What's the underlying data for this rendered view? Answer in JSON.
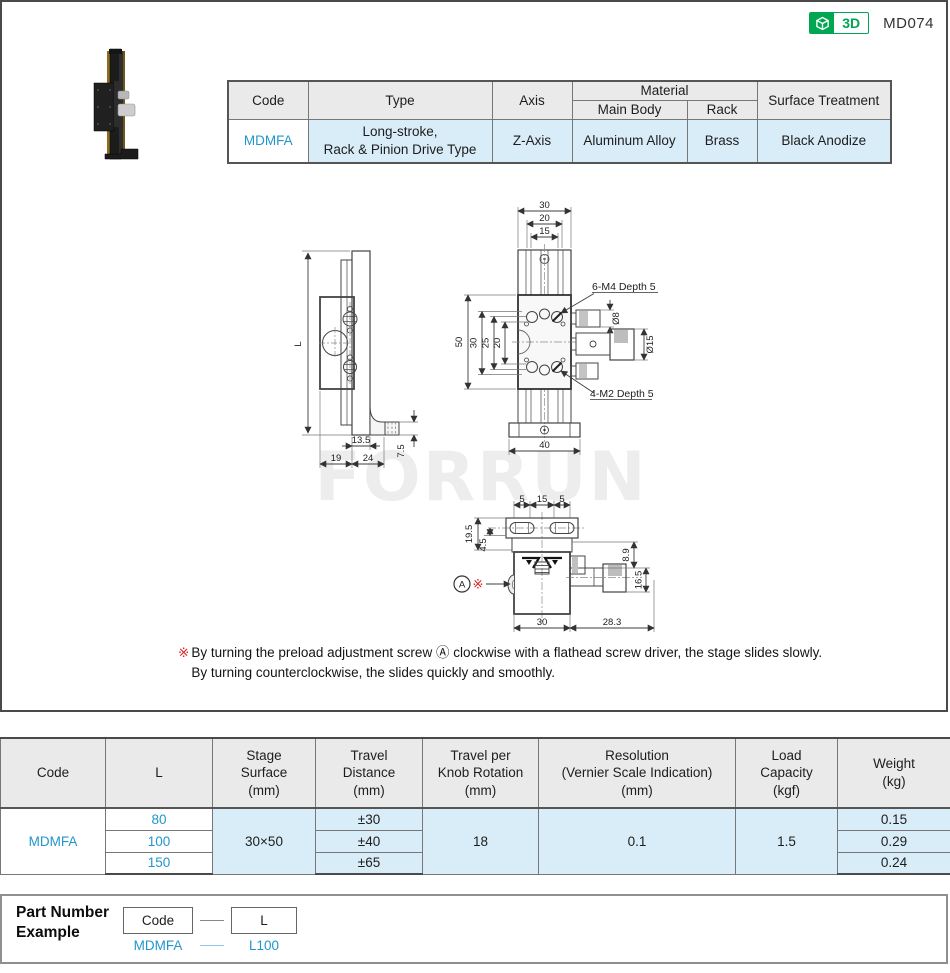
{
  "header": {
    "badge_3d_label": "3D",
    "doc_code": "MD074"
  },
  "top_table": {
    "h_code": "Code",
    "h_type": "Type",
    "h_axis": "Axis",
    "h_material": "Material",
    "h_main_body": "Main Body",
    "h_rack": "Rack",
    "h_surface": "Surface Treatment",
    "code": "MDMFA",
    "type": "Long-stroke,\nRack & Pinion Drive Type",
    "axis": "Z-Axis",
    "main_body": "Aluminum Alloy",
    "rack": "Brass",
    "surface": "Black Anodize"
  },
  "drawing": {
    "watermark": "FORRUN",
    "side": {
      "L": "L",
      "d135": "13.5",
      "d19": "19",
      "d24": "24",
      "d75": "7.5"
    },
    "front": {
      "d30t": "30",
      "d20t": "20",
      "d15t": "15",
      "d50": "50",
      "d30l": "30",
      "d25": "25",
      "d20l": "20",
      "d40": "40",
      "dia8": "Ø8",
      "dia15": "Ø15",
      "m4": "6-M4 Depth 5",
      "m2": "4-M2 Depth 5"
    },
    "top": {
      "d5l": "5",
      "d15": "15",
      "d5r": "5",
      "d195": "19.5",
      "d45": "4.5",
      "d89": "8.9",
      "d165": "16.5",
      "d30": "30",
      "d283": "28.3",
      "screw_label": "A",
      "ref_mark": "※"
    }
  },
  "note": {
    "marker": "※",
    "line1": "By turning the preload adjustment screw Ⓐ clockwise with a flathead screw driver, the stage slides slowly.",
    "line2": "By turning counterclockwise, the slides quickly and smoothly."
  },
  "spec_table": {
    "h_code": "Code",
    "h_l": "L",
    "h_stage_surface": "Stage\nSurface\n(mm)",
    "h_travel_distance": "Travel\nDistance\n(mm)",
    "h_travel_per_knob": "Travel per\nKnob Rotation\n(mm)",
    "h_resolution": "Resolution\n(Vernier Scale Indication)\n(mm)",
    "h_load_capacity": "Load\nCapacity\n(kgf)",
    "h_weight": "Weight\n(kg)",
    "code": "MDMFA",
    "stage_surface": "30×50",
    "travel_per_knob": "18",
    "resolution": "0.1",
    "load_capacity": "1.5",
    "rows": [
      {
        "l": "80",
        "travel": "±30",
        "weight": "0.15"
      },
      {
        "l": "100",
        "travel": "±40",
        "weight": "0.29"
      },
      {
        "l": "150",
        "travel": "±65",
        "weight": "0.24"
      }
    ]
  },
  "part_number": {
    "title": "Part Number\nExample",
    "box_code": "Code",
    "box_l": "L",
    "value_code": "MDMFA",
    "value_l": "L100"
  },
  "colors": {
    "accent_blue": "#2196cc",
    "highlight_blue": "#d9edf8",
    "header_gray": "#eaeaea",
    "badge_green": "#00a651",
    "ref_red": "#d9231f"
  }
}
